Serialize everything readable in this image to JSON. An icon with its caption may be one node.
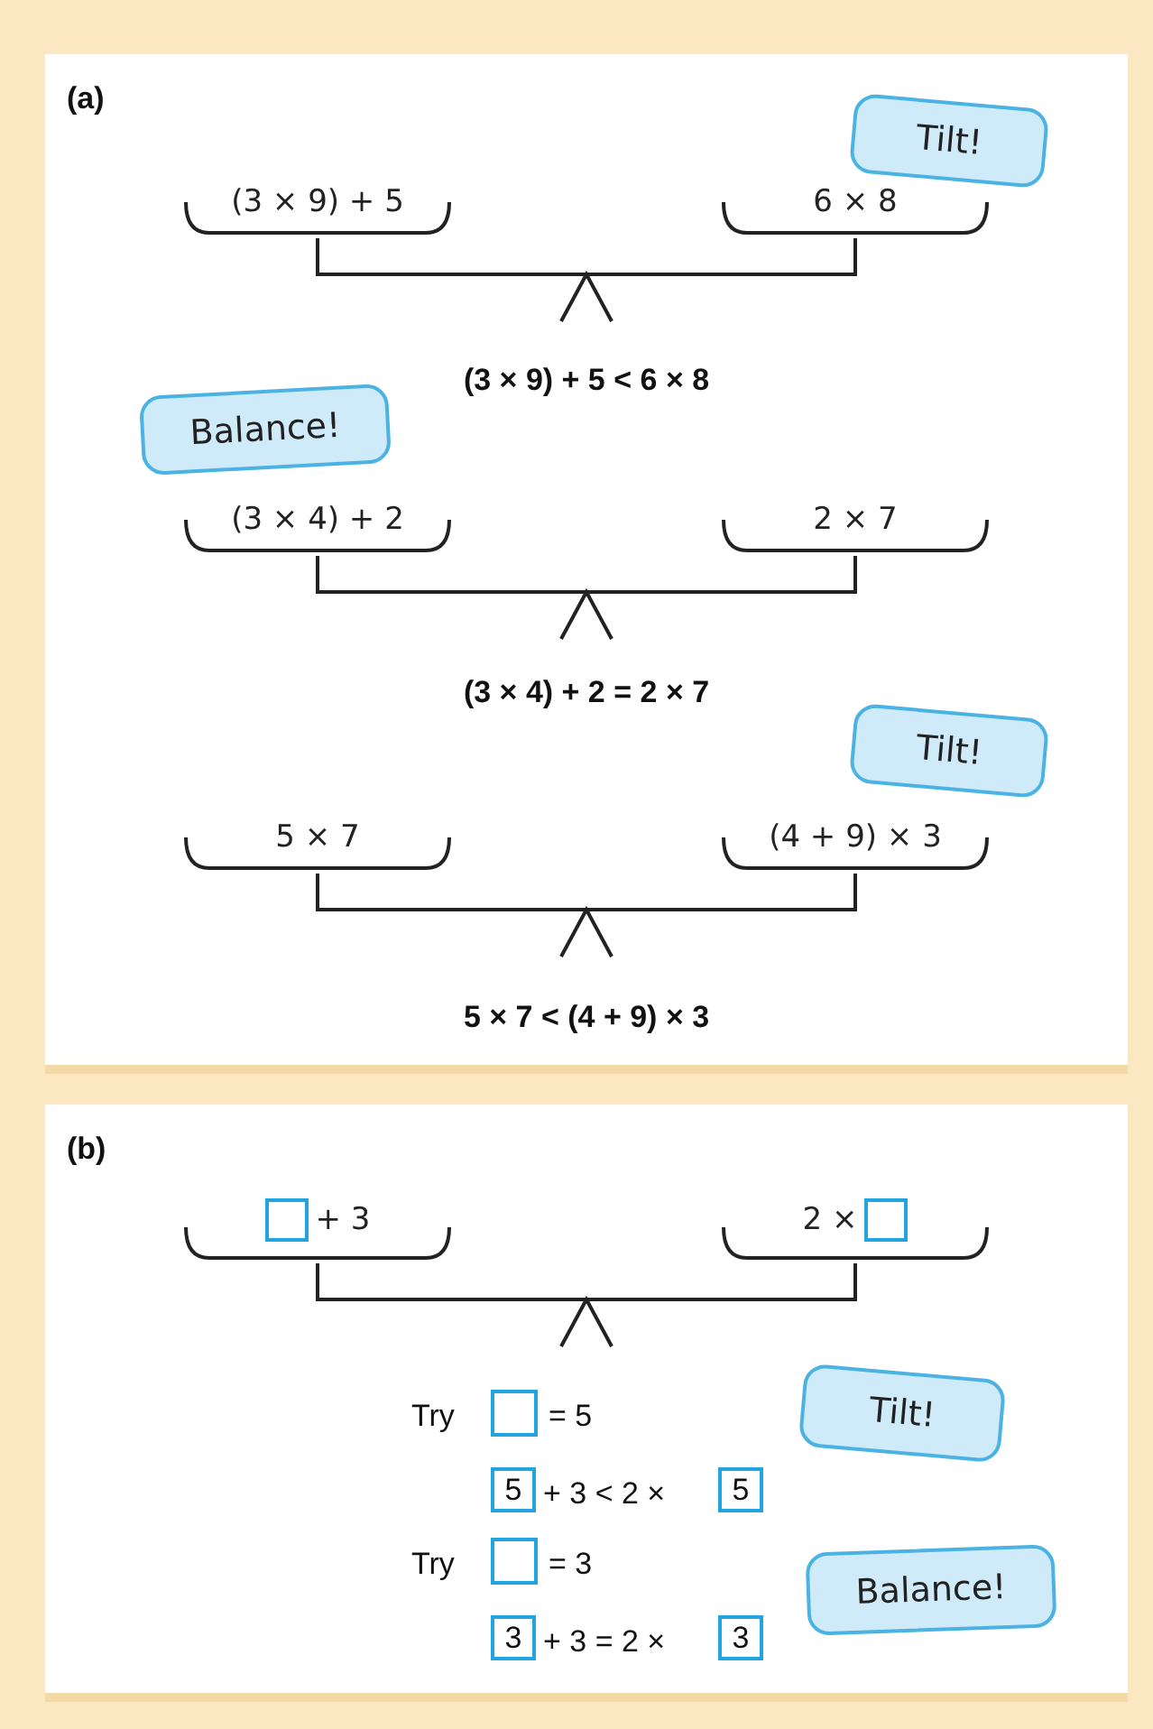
{
  "diagram": {
    "nodes": [
      {
        "text": [
          "(a)"
        ]
      },
      {
        "text": [
          "(3 × 9) + 5"
        ],
        "in": 0
      },
      {
        "text": [
          "6 × 8"
        ],
        "in": 0
      },
      {
        "text": [
          "Tilt!"
        ],
        "in": 0
      },
      {
        "text": [
          "Balance!"
        ],
        "in": 0
      },
      {
        "text": [
          "(3 × 4) + 2"
        ],
        "in": 0
      },
      {
        "text": [
          "2 × 7"
        ],
        "in": 0
      },
      {
        "text": [
          "Tilt!"
        ],
        "in": 0
      },
      {
        "text": [
          "5 × 7"
        ],
        "in": 0
      },
      {
        "text": [
          "(4 + 9) × 3"
        ],
        "in": 0
      },
      {
        "text": [
          "(b)"
        ]
      },
      {
        "text": [
          "+ 3"
        ],
        "in": 10
      },
      {
        "text": [],
        "shape": "box",
        "in": 11
      },
      {
        "text": [
          "2 ×"
        ],
        "in": 10
      },
      {
        "text": [],
        "shape": "box",
        "in": 13
      },
      {
        "text": [
          "Tilt!"
        ],
        "in": 10
      },
      {
        "text": [],
        "shape": "box",
        "in": 10
      },
      {
        "text": [
          "5"
        ],
        "in": 10
      },
      {
        "text": [
          "5"
        ],
        "in": 10
      },
      {
        "text": [
          "Balance!"
        ],
        "in": 10
      },
      {
        "text": [],
        "shape": "box",
        "in": 10
      },
      {
        "text": [
          "3"
        ],
        "in": 10
      },
      {
        "text": [
          "3"
        ],
        "in": 10
      }
    ],
    "labels": [
      "(3 × 9) + 5 < 6 × 8",
      "(3 × 4) + 2 = 2 × 7",
      "5 × 7 < (4 + 9) × 3",
      "Try",
      "= 5",
      "+ 3 < 2 ×",
      "Try",
      "= 3",
      "+ 3 = 2 ×"
    ]
  }
}
